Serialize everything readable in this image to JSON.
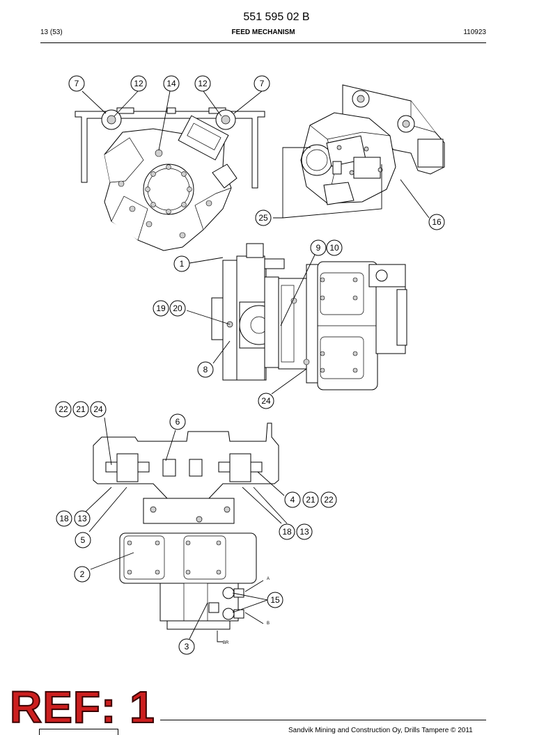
{
  "header": {
    "document_number": "551 595 02 B",
    "page": "13 (53)",
    "section_title": "FEED MECHANISM",
    "date_code": "110923"
  },
  "stamp": {
    "text": "REF: 1",
    "color": "#cc1f1f"
  },
  "footer": {
    "copyright": "Sandvik Mining and Construction Oy, Drills Tampere © 2011"
  },
  "callouts": {
    "top_view": [
      "7",
      "12",
      "14",
      "12",
      "7"
    ],
    "iso_view": [
      "25",
      "16"
    ],
    "side_view": [
      "9",
      "10",
      "1",
      "19",
      "20",
      "8",
      "24"
    ],
    "bottom_view": [
      "22",
      "21",
      "24",
      "6",
      "4",
      "21",
      "22",
      "18",
      "13",
      "5",
      "18",
      "13",
      "2",
      "15",
      "3"
    ]
  },
  "port_labels": [
    "A",
    "B",
    "BR"
  ]
}
